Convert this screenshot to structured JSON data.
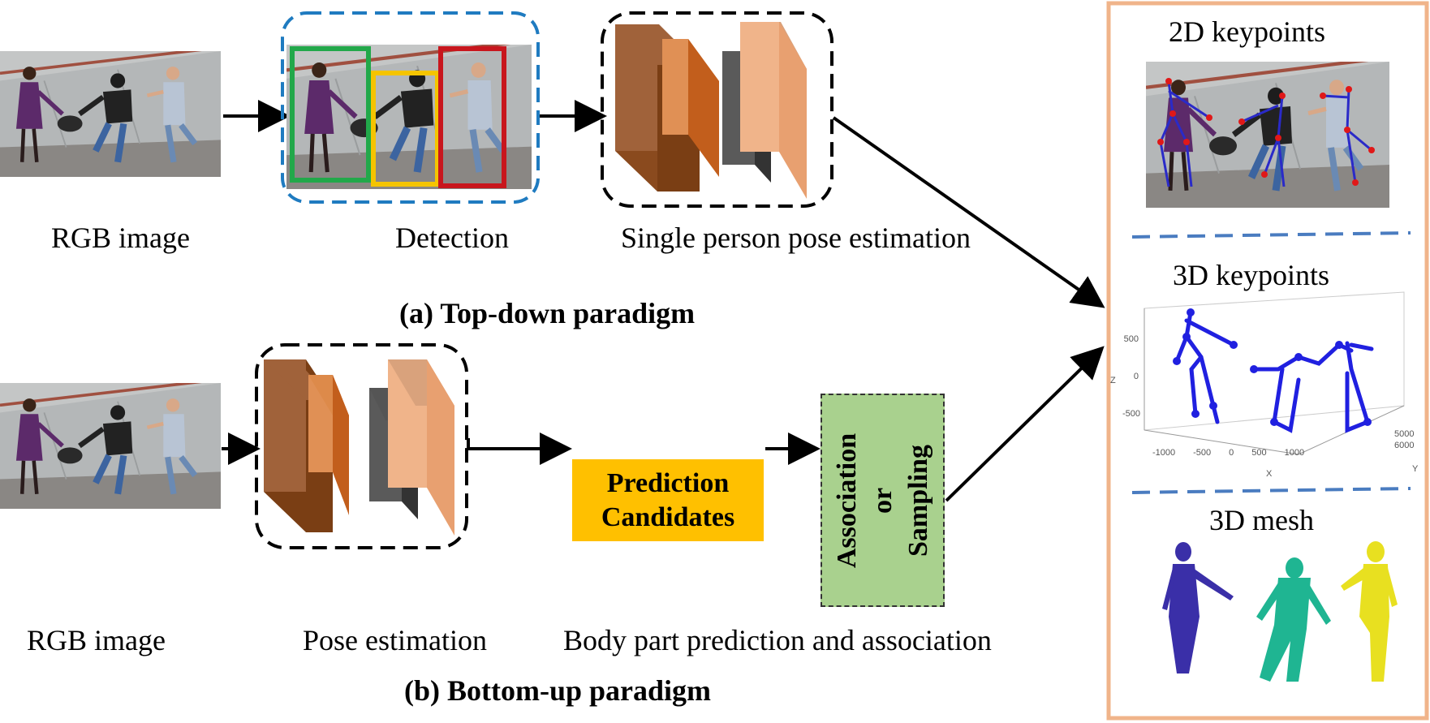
{
  "top_down": {
    "rgb_label": "RGB image",
    "detection_label": "Detection",
    "sppe_label": "Single person pose estimation",
    "caption": "(a) Top-down paradigm"
  },
  "bottom_up": {
    "rgb_label": "RGB image",
    "pose_label": "Pose estimation",
    "prediction_box": [
      "Prediction",
      "Candidates"
    ],
    "association_box": [
      "Association",
      "or",
      "Sampling"
    ],
    "body_part_label": "Body part prediction and association",
    "caption": "(b) Bottom-up paradigm"
  },
  "outputs": {
    "kp2d_title": "2D keypoints",
    "kp3d_title": "3D keypoints",
    "mesh_title": "3D mesh",
    "plot_z_label": "Z",
    "plot_x_label": "X",
    "plot_y_label": "Y",
    "plot_z_ticks": [
      "500",
      "0",
      "-500"
    ],
    "plot_x_ticks": [
      "-1000",
      "-500",
      "0",
      "500",
      "1000"
    ],
    "plot_y_ticks": [
      "5000",
      "6000"
    ]
  },
  "colors": {
    "green_box": "#22A84A",
    "yellow_box": "#F5C400",
    "red_box": "#C8161D",
    "blue_dashed": "#1F7BC0",
    "output_border": "#F0B48A",
    "prediction": "#FFC000",
    "association": "#A9D18E",
    "mesh_purple": "#3A2FA8",
    "mesh_teal": "#1FB592",
    "mesh_yellow": "#E8E020",
    "skeleton": "#2020E0"
  }
}
